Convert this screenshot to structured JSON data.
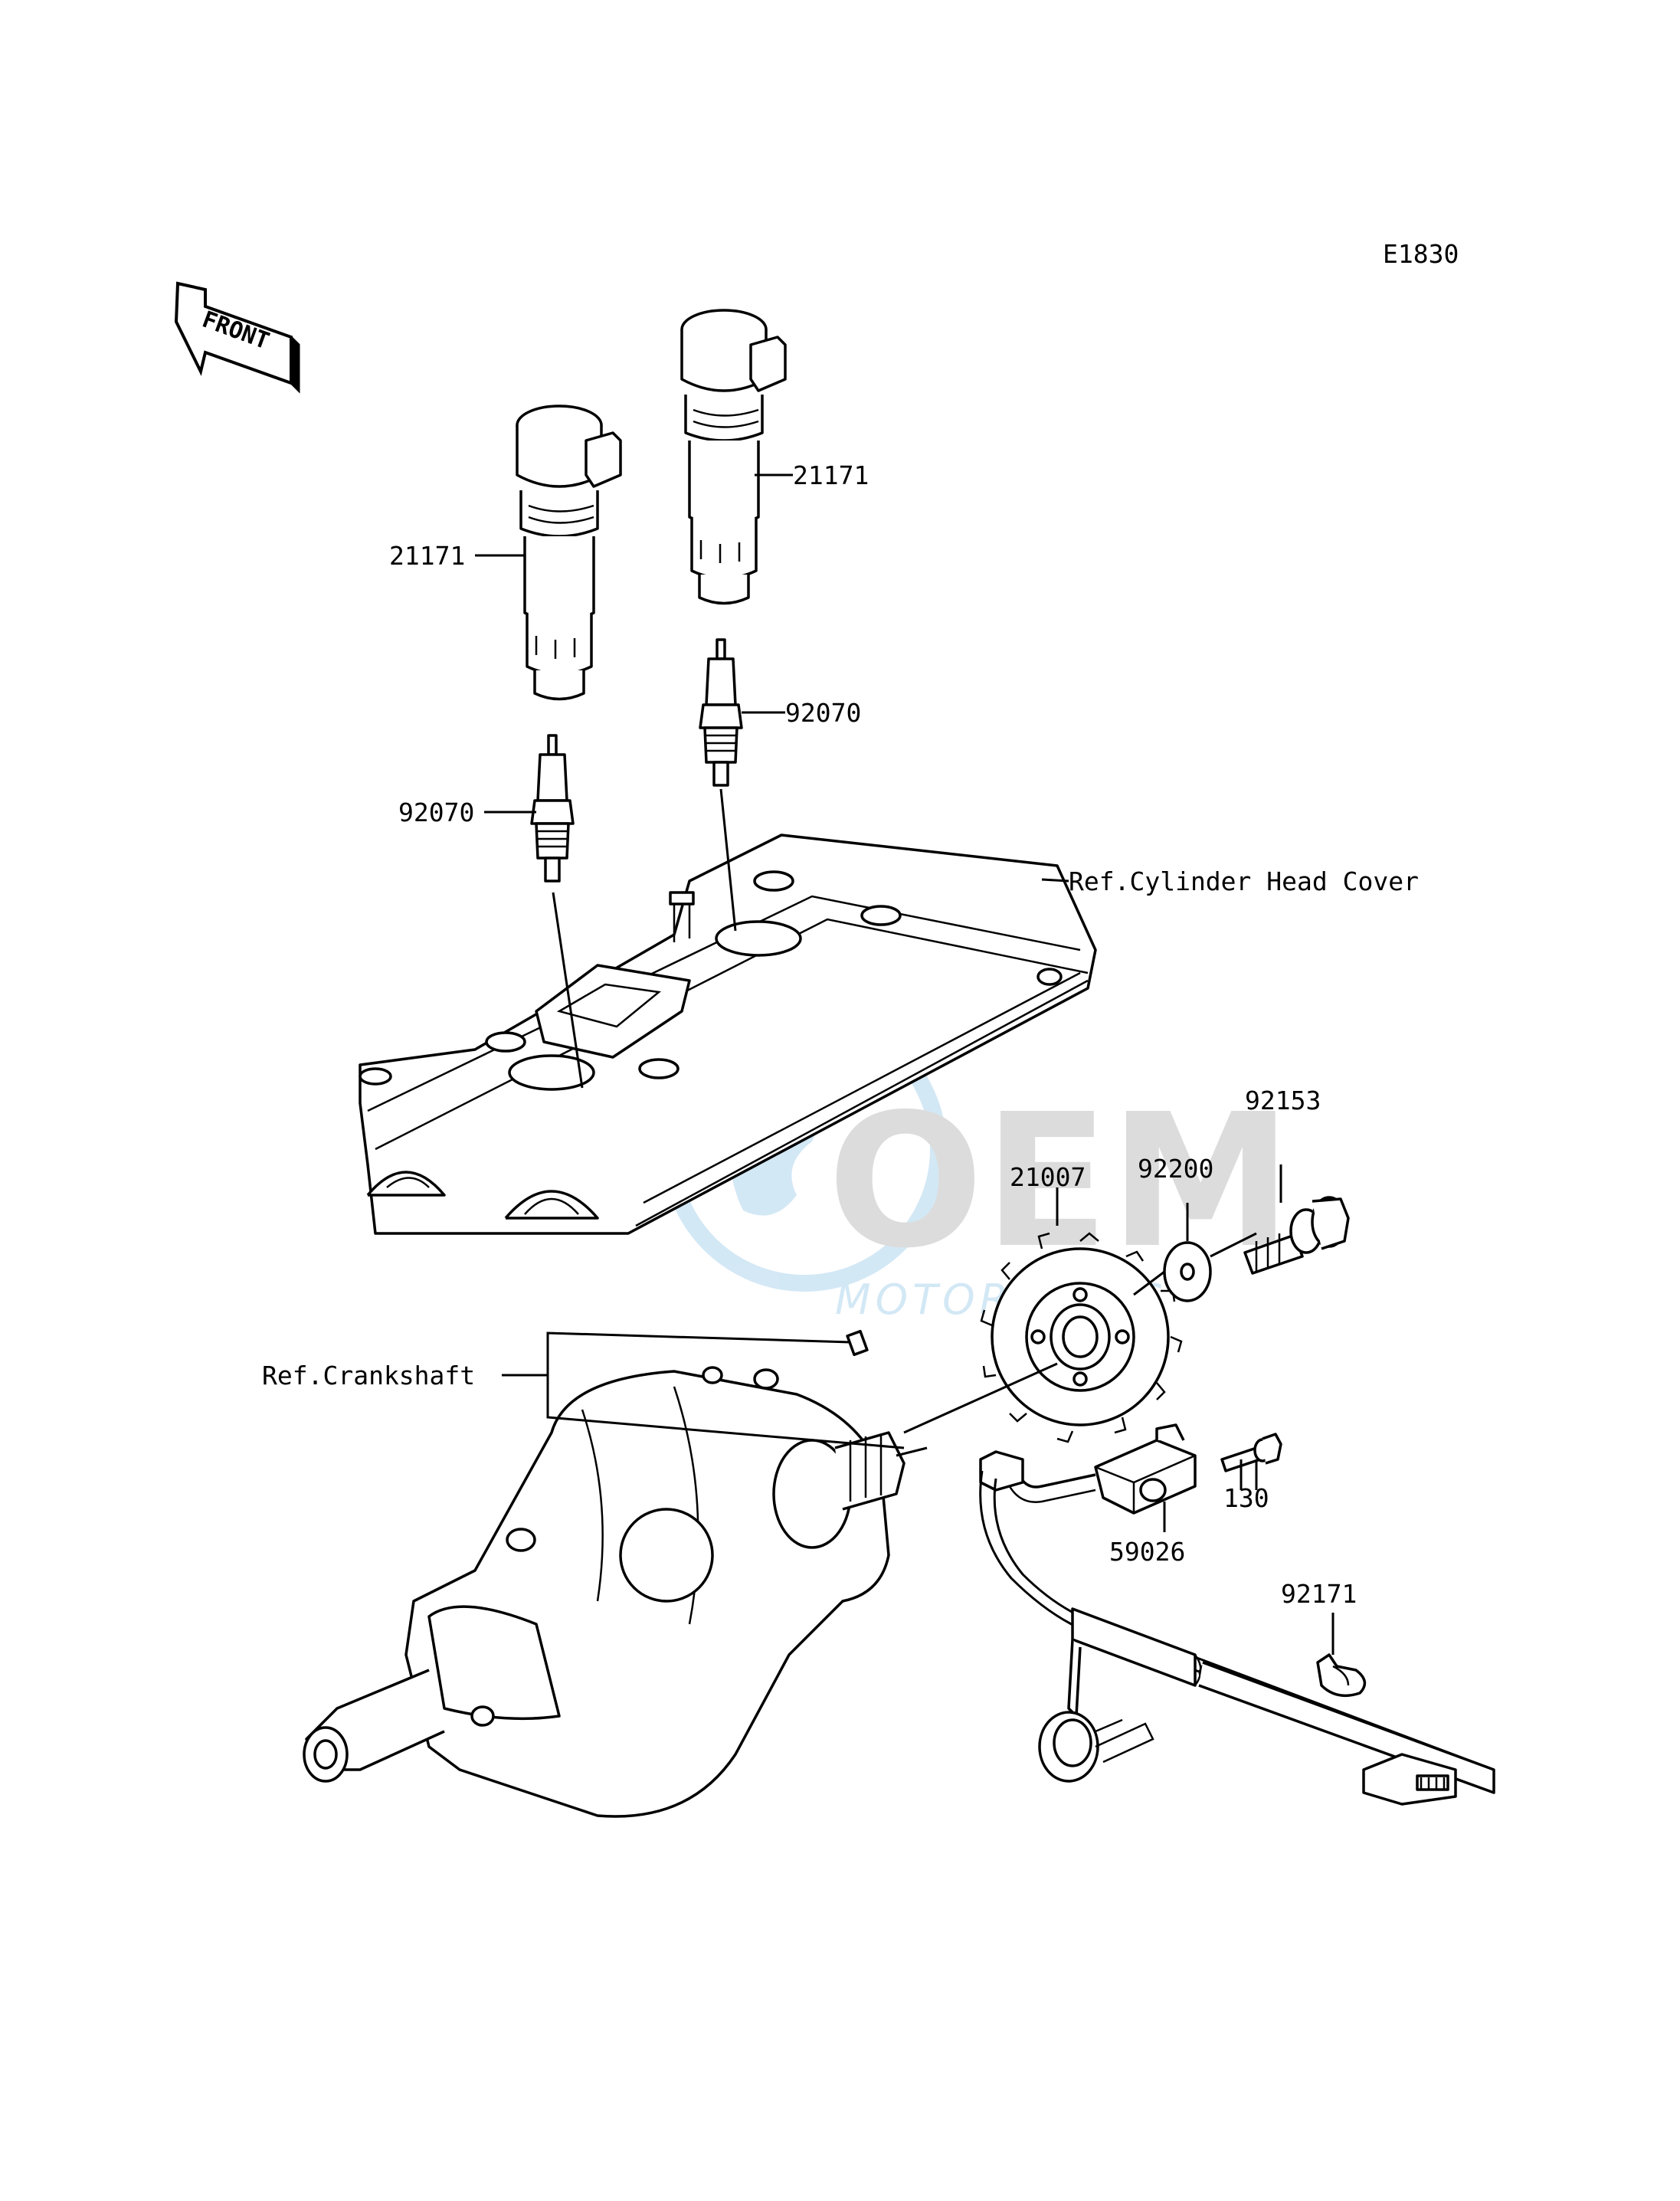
{
  "diagram": {
    "code": "E1830",
    "front_label": "FRONT",
    "watermark": {
      "brand": "OEM",
      "sub": "MOTORPARTS"
    },
    "callouts": [
      {
        "id": "coil-left",
        "text": "21171"
      },
      {
        "id": "coil-right",
        "text": "21171"
      },
      {
        "id": "plug-left",
        "text": "92070"
      },
      {
        "id": "plug-right",
        "text": "92070"
      },
      {
        "id": "head-cover",
        "text": "Ref.Cylinder Head Cover"
      },
      {
        "id": "bolt-92153",
        "text": "92153"
      },
      {
        "id": "washer-92200",
        "text": "92200"
      },
      {
        "id": "rotor-21007",
        "text": "21007"
      },
      {
        "id": "crankshaft",
        "text": "Ref.Crankshaft"
      },
      {
        "id": "bolt-130",
        "text": "130"
      },
      {
        "id": "sensor-59026",
        "text": "59026"
      },
      {
        "id": "clamp-92171",
        "text": "92171"
      }
    ],
    "colors": {
      "line": "#000000",
      "watermark_blue": "#cfe6f5",
      "watermark_gray": "#d9d9d9"
    }
  }
}
